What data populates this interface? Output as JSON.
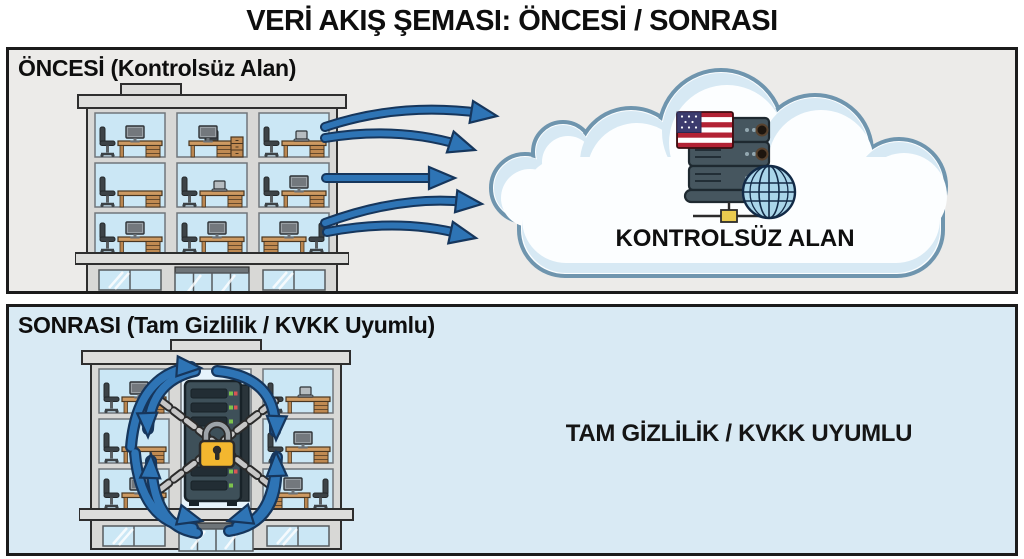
{
  "title": "VERİ AKIŞ ŞEMASI: ÖNCESİ / SONRASI",
  "before": {
    "label": "ÖNCESİ (Kontrolsüz Alan)",
    "cloud_label": "KONTROLSÜZ ALAN",
    "outbound_arrow_count": 5
  },
  "after": {
    "label": "SONRASI (Tam Gizlilik / KVKK Uyumlu)",
    "zone_label": "TAM GİZLİLİK / KVKK UYUMLU"
  },
  "icons": {
    "before": [
      "office-building",
      "outbound-data-arrows",
      "cloud",
      "us-flag",
      "server-rack",
      "globe",
      "network-node"
    ],
    "after": [
      "office-building",
      "secured-server-cabinet",
      "chains",
      "padlock",
      "circular-flow-arrows"
    ]
  },
  "colors": {
    "panel_before_bg": "#ECEBE9",
    "panel_after_bg": "#D9EAF4",
    "arrow_blue": "#2E74B5",
    "arrow_outline": "#16365C",
    "cloud_outline": "#6F95AE",
    "cloud_shadow": "#D7E9F4",
    "window_blue": "#CBE7F5",
    "desk_wood": "#CE9A62",
    "server_slate": "#46565F",
    "cabinet_slate": "#3E5059",
    "padlock_gold": "#F3B72F",
    "flag_red": "#B22234",
    "flag_navy": "#3C3B6E",
    "globe_blue": "#A9D5E9"
  }
}
